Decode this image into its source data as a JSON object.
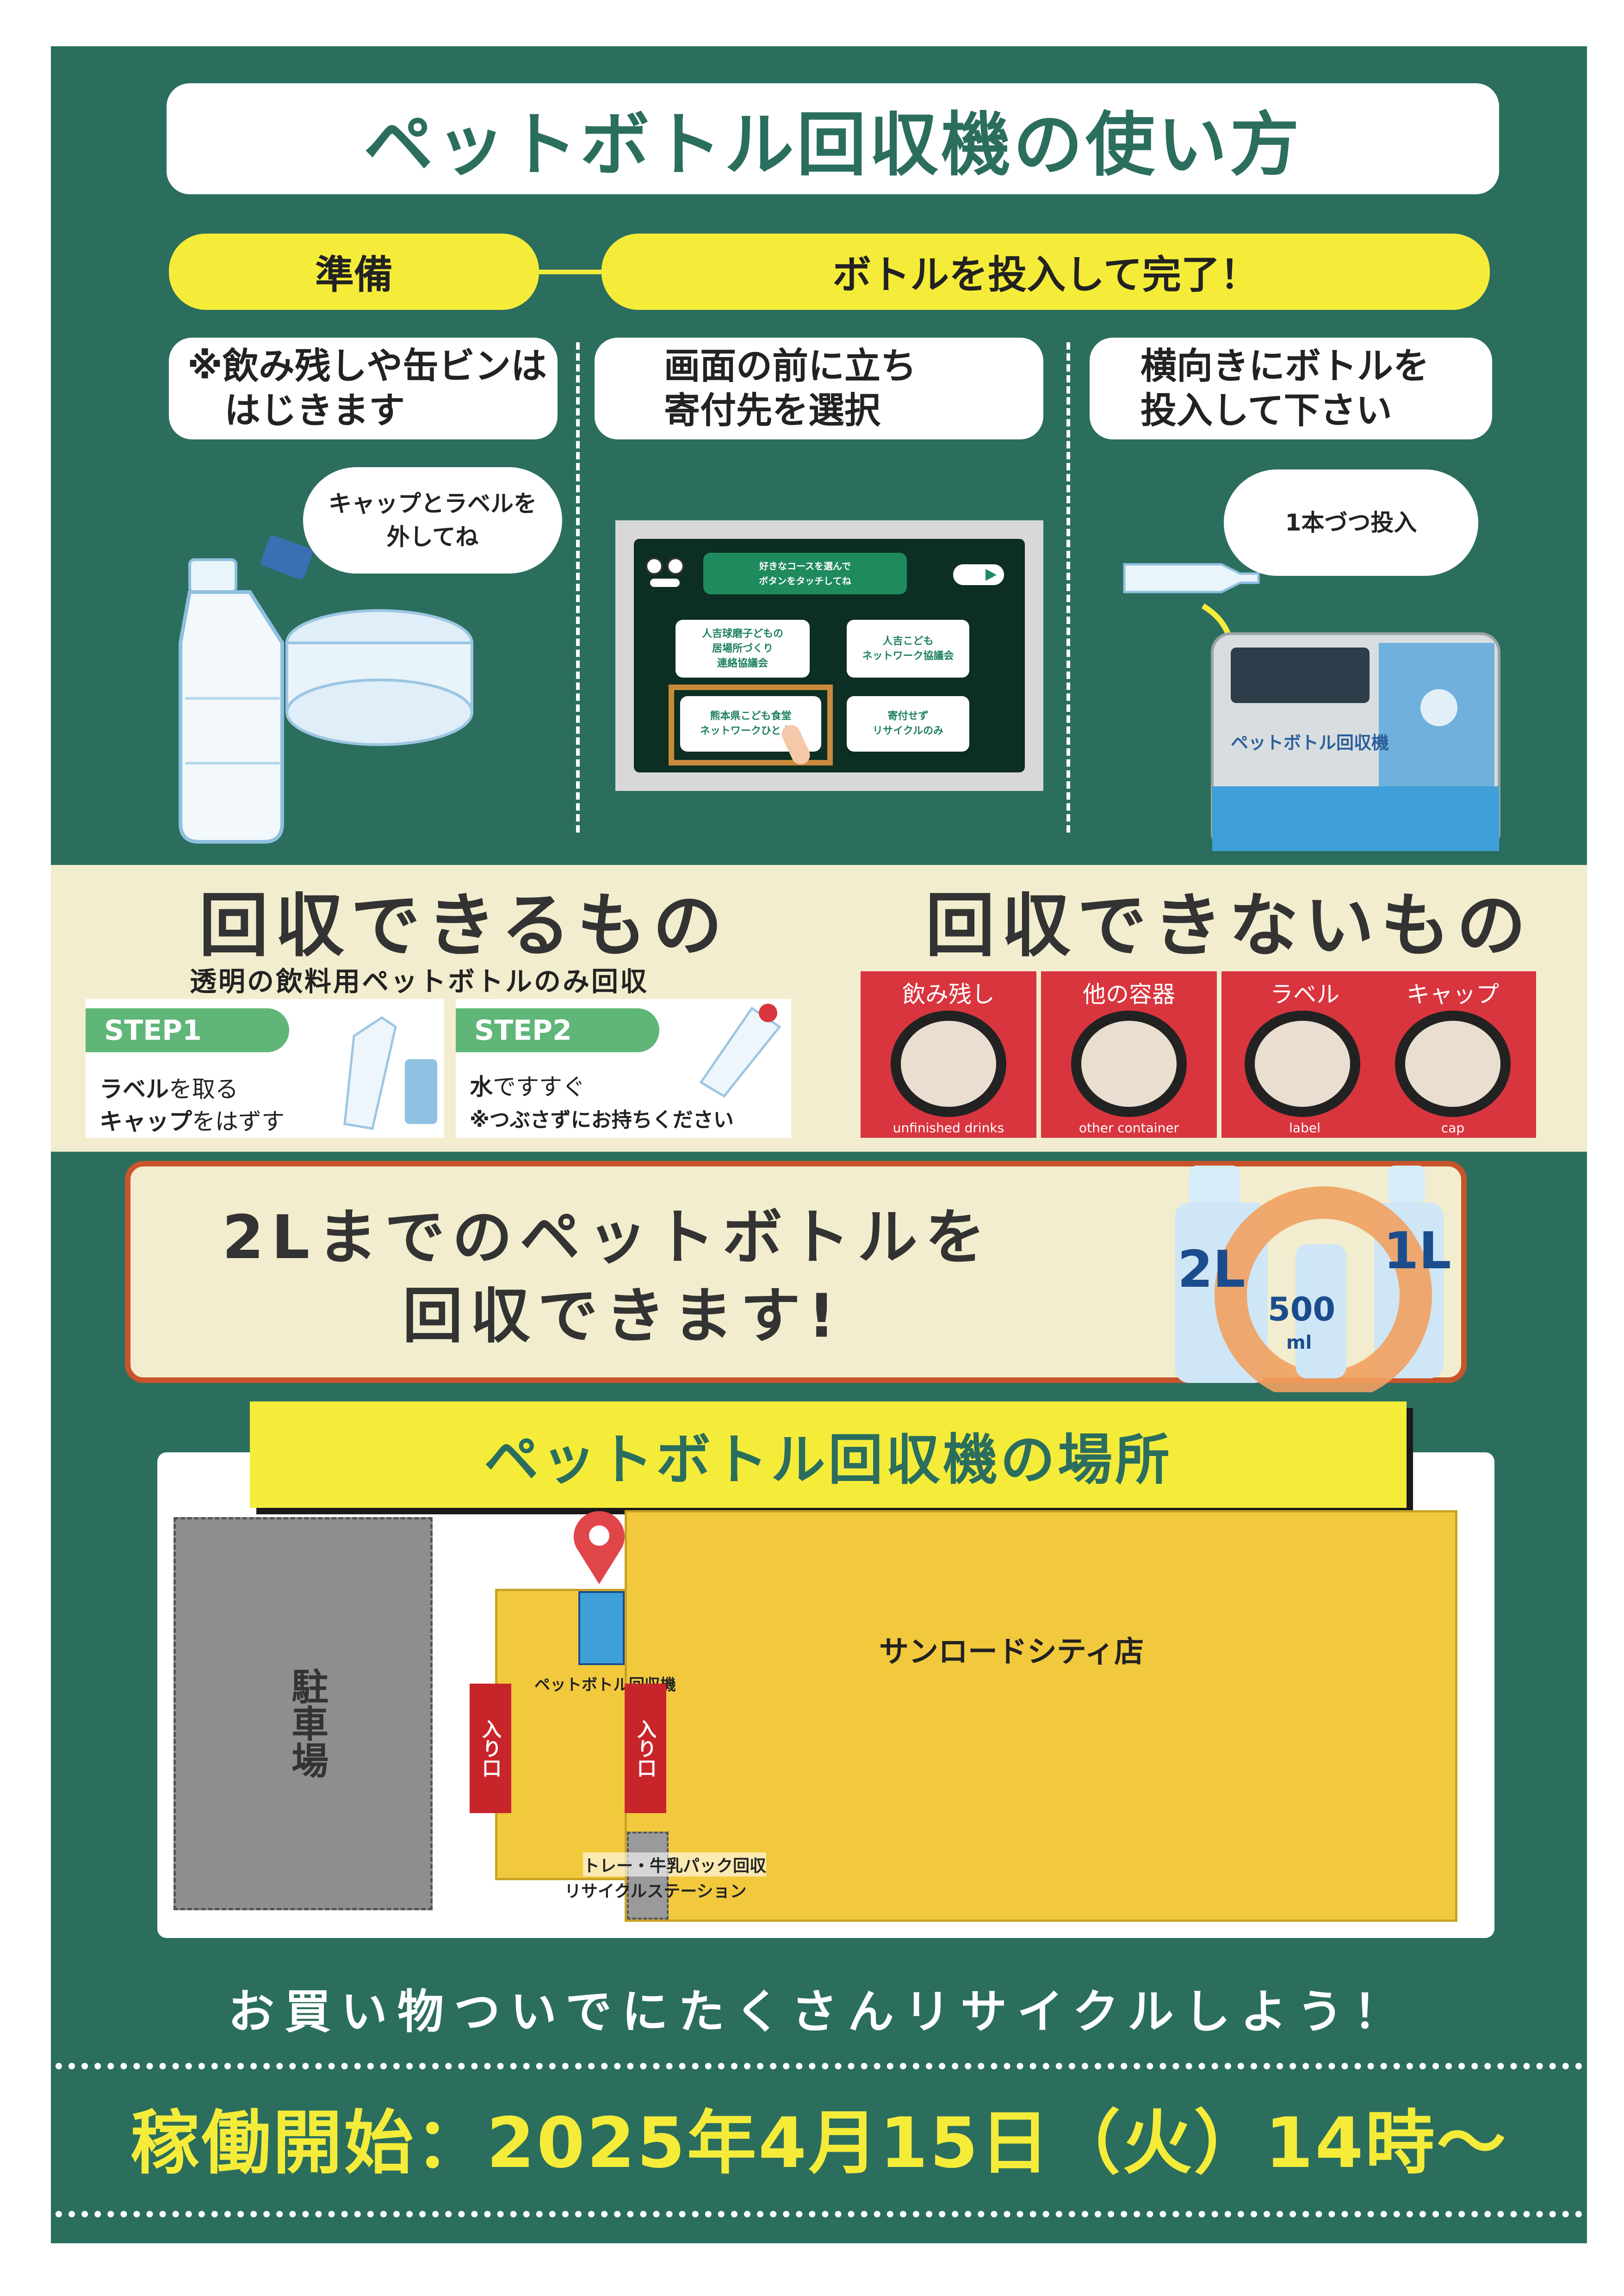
{
  "title": "ペットボトル回収機の使い方",
  "phases": {
    "prep": "準備",
    "insert": "ボトルを投入して完了！"
  },
  "steps": [
    {
      "lines": [
        "※飲み残しや缶ビンは",
        "はじきます"
      ],
      "bubble": [
        "キャップとラベルを",
        "外してね"
      ]
    },
    {
      "lines": [
        "画面の前に立ち",
        "寄付先を選択"
      ]
    },
    {
      "lines": [
        "横向きにボトルを",
        "投入して下さい"
      ],
      "bubble": [
        "1本づつ投入"
      ]
    }
  ],
  "screen": {
    "header": [
      "好きなコースを選んで",
      "ボタンをタッチしてね"
    ],
    "buttons": [
      [
        "人吉球磨子どもの",
        "居場所づくり",
        "連絡協議会"
      ],
      [
        "人吉こども",
        "ネットワーク協議会"
      ],
      [
        "熊本県こども食堂",
        "ネットワークひとよし"
      ],
      [
        "寄付せず",
        "リサイクルのみ"
      ]
    ]
  },
  "machine_label": "ペットボトル回収機",
  "accepted": {
    "heading": "回収できるもの",
    "note": "透明の飲料用ペットボトルのみ回収",
    "step1": {
      "label": "STEP1",
      "line1_bold": "ラベル",
      "line1_rest": "を取る",
      "line2_bold": "キャップ",
      "line2_rest": "をはずす"
    },
    "step2": {
      "label": "STEP2",
      "line1_bold": "水",
      "line1_rest": "ですすぐ",
      "line2": "※つぶさずにお持ちください"
    }
  },
  "rejected": {
    "heading": "回収できないもの",
    "items": [
      {
        "ja": "飲み残し",
        "en": "unfinished drinks"
      },
      {
        "ja": "他の容器",
        "en": "other container"
      },
      {
        "ja": "ラベル",
        "en": "label"
      },
      {
        "ja": "キャップ",
        "en": "cap"
      }
    ]
  },
  "capacity": {
    "line1": "2Lまでのペットボトルを",
    "line2": "回収できます!",
    "size_a": "2L",
    "size_b": "1L",
    "size_c": "500",
    "size_c_unit": "ml"
  },
  "location": {
    "title": "ペットボトル回収機の場所",
    "parking": "駐車場",
    "store": "サンロードシティ店",
    "entrance": "入り口",
    "machine": "ペットボトル回収機",
    "station_line1": "トレー・牛乳パック回収",
    "station_line2": "リサイクルステーション"
  },
  "slogan": "お買い物ついでにたくさんリサイクルしよう！",
  "start": "稼働開始：2025年4月15日（火）14時～",
  "colors": {
    "poster_green": "#2b6e5e",
    "accent_yellow": "#f5ec3a",
    "ng_red": "#d9353f",
    "store_yellow": "#f2c93d"
  }
}
